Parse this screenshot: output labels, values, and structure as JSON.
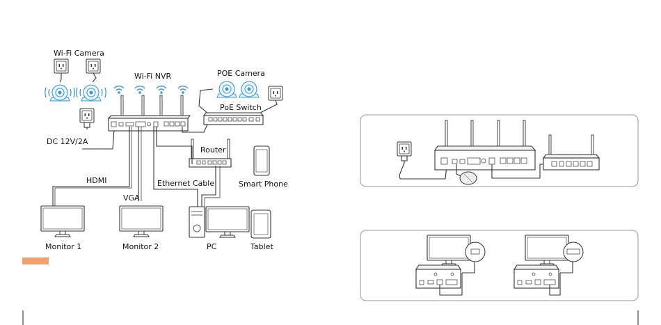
{
  "labels": {
    "wifi_camera": "Wi-Fi Camera",
    "wifi_nvr": "Wi-Fi NVR",
    "poe_camera": "POE Camera",
    "poe_switch": "PoE Switch",
    "dc_power": "DC 12V/2A",
    "router": "Router",
    "smart_phone": "Smart Phone",
    "hdmi": "HDMI",
    "ethernet_cable": "Ethernet Cable",
    "vga": "VGA",
    "monitor_1": "Monitor 1",
    "monitor_2": "Monitor 2",
    "pc": "PC",
    "tablet": "Tablet"
  },
  "colors": {
    "accent_orange": "#f0a070",
    "wifi_blue": "#3a9ad6",
    "panel_border": "#9a9a9a",
    "line": "#333333"
  },
  "icons": [
    "wall-outlet-icon",
    "wifi-icon",
    "camera-icon",
    "monitor-icon",
    "pc-tower-icon",
    "smartphone-icon",
    "tablet-icon",
    "mouse-icon",
    "router-icon",
    "switch-icon",
    "nvr-icon",
    "plug-icon"
  ]
}
